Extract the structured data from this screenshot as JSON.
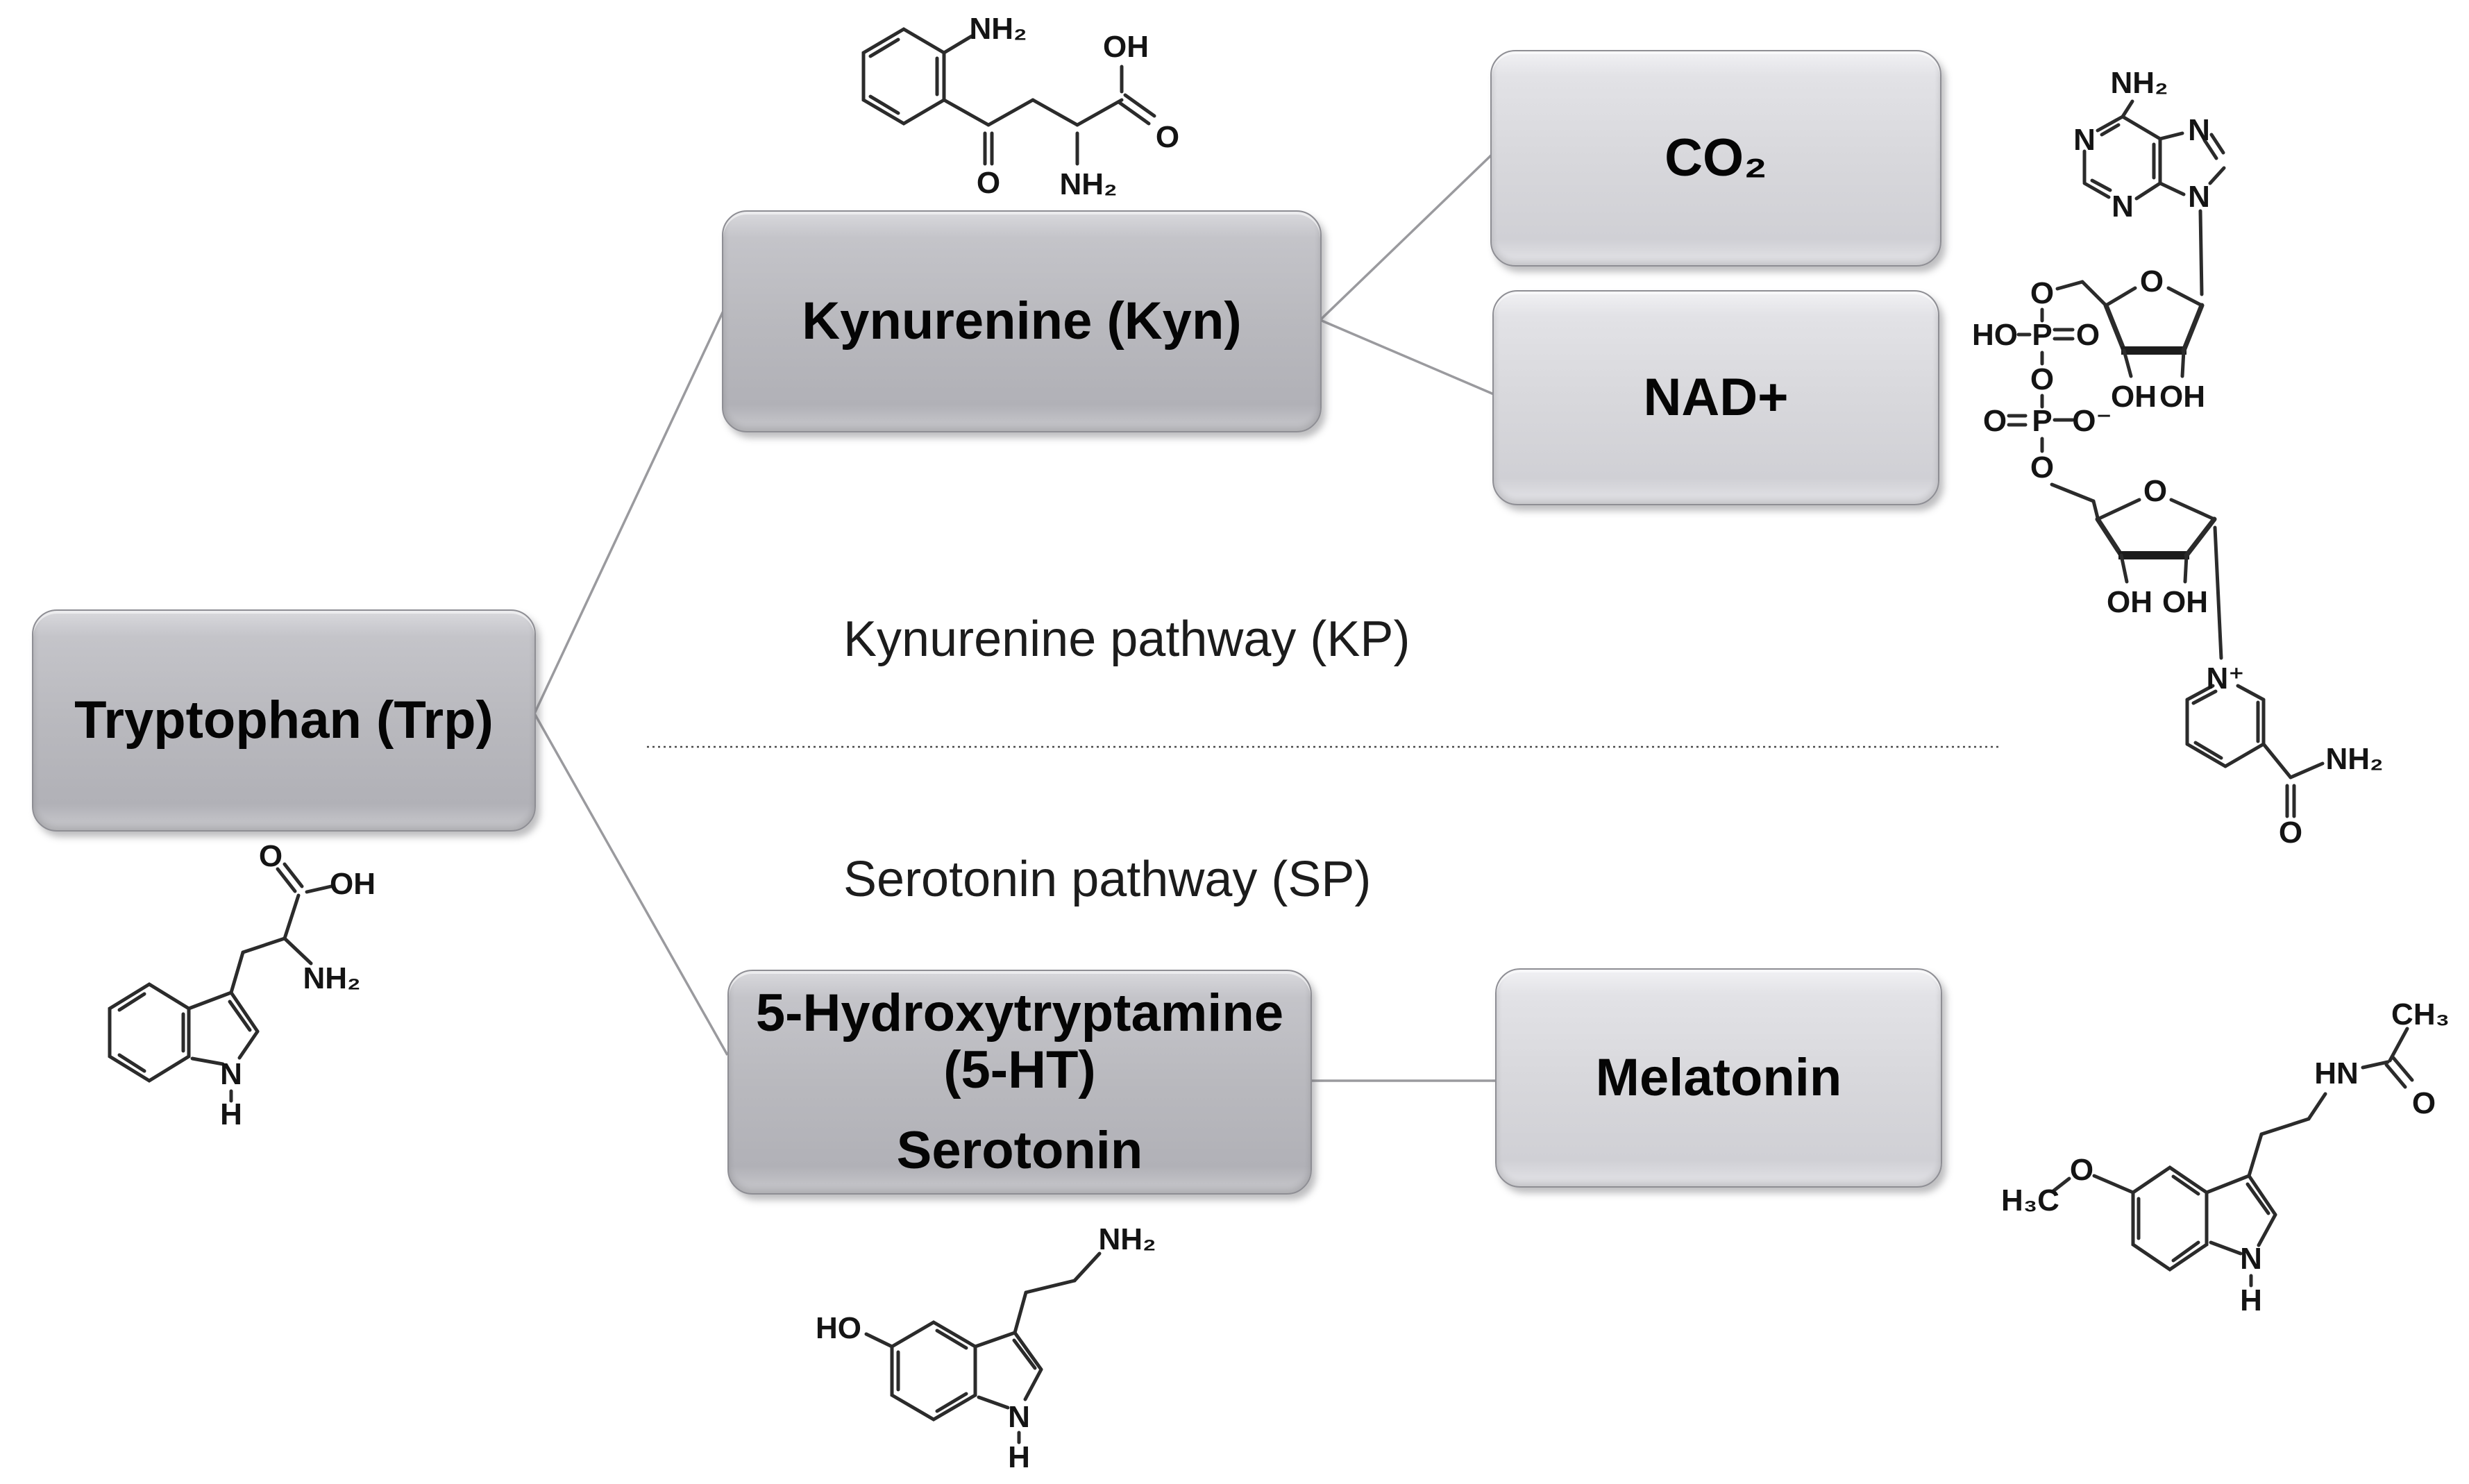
{
  "figure": {
    "background": "#ffffff",
    "connector_color": "#9a9a9e",
    "box_dark_fill": "#b9b9be",
    "box_light_fill": "#d8d8dc",
    "bond_color": "#2b2b2b"
  },
  "boxes": {
    "tryptophan": {
      "label": "Tryptophan (Trp)"
    },
    "kynurenine": {
      "label": "Kynurenine (Kyn)"
    },
    "serotonin5ht": {
      "line1": "5-Hydroxytryptamine",
      "line2": "(5-HT)",
      "line3": "Serotonin"
    },
    "co2": {
      "label": "CO₂"
    },
    "nad": {
      "label": "NAD+"
    },
    "melatonin": {
      "label": "Melatonin"
    }
  },
  "pathways": {
    "kp": "Kynurenine pathway (KP)",
    "sp": "Serotonin pathway (SP)"
  },
  "structures": {
    "kynurenine": {
      "labels": {
        "nh2_ring": "NH₂",
        "o_ketone": "O",
        "nh2_chain": "NH₂",
        "oh": "OH",
        "o_acid": "O"
      }
    },
    "tryptophan": {
      "labels": {
        "o_acid": "O",
        "oh": "OH",
        "nh2": "NH₂",
        "n": "N",
        "h": "H"
      }
    },
    "serotonin": {
      "labels": {
        "ho": "HO",
        "nh2": "NH₂",
        "n": "N",
        "h": "H"
      }
    },
    "melatonin": {
      "labels": {
        "ch3": "CH₃",
        "hn": "HN",
        "o_acetyl": "O",
        "o_methoxy": "O",
        "h3c": "H₃C",
        "n": "N",
        "h": "H"
      }
    },
    "nad": {
      "labels": {
        "nh2_adenine": "NH₂",
        "n1": "N",
        "n3": "N",
        "n7": "N",
        "n9": "N",
        "o_ribose1": "O",
        "oh_r1a": "OH",
        "oh_r1b": "OH",
        "o_top": "O",
        "ho": "HO",
        "p1": "P",
        "o_p1": "O",
        "o_bridge1": "O",
        "o_p2": "O",
        "p2": "P",
        "o_minus": "O⁻",
        "o_bridge2": "O",
        "o_ribose2": "O",
        "oh_r2a": "OH",
        "oh_r2b": "OH",
        "n_plus": "N⁺",
        "nh2_amide": "NH₂",
        "o_amide": "O"
      }
    }
  }
}
